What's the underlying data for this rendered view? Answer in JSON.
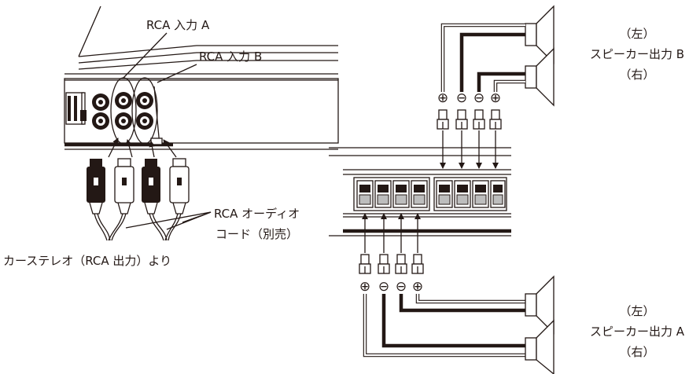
{
  "labels": {
    "rca_input_a": "RCA 入力 A",
    "rca_input_b": "RCA 入力 B",
    "rca_audio_cord_line1": "RCA オーディオ",
    "rca_audio_cord_line2": "コード（別売）",
    "car_stereo": "カーステレオ（RCA 出力）より",
    "speaker_b_left": "（左）",
    "speaker_b_title": "スピーカー出力 B",
    "speaker_b_right": "（右）",
    "speaker_a_left": "（左）",
    "speaker_a_title": "スピーカー出力 A",
    "speaker_a_right": "（右）"
  },
  "polarity": {
    "top": [
      "⊕",
      "⊖",
      "⊖",
      "⊕"
    ],
    "bottom": [
      "⊕",
      "⊖",
      "⊖",
      "⊕"
    ]
  },
  "colors": {
    "ink": "#231815",
    "background": "#ffffff"
  }
}
